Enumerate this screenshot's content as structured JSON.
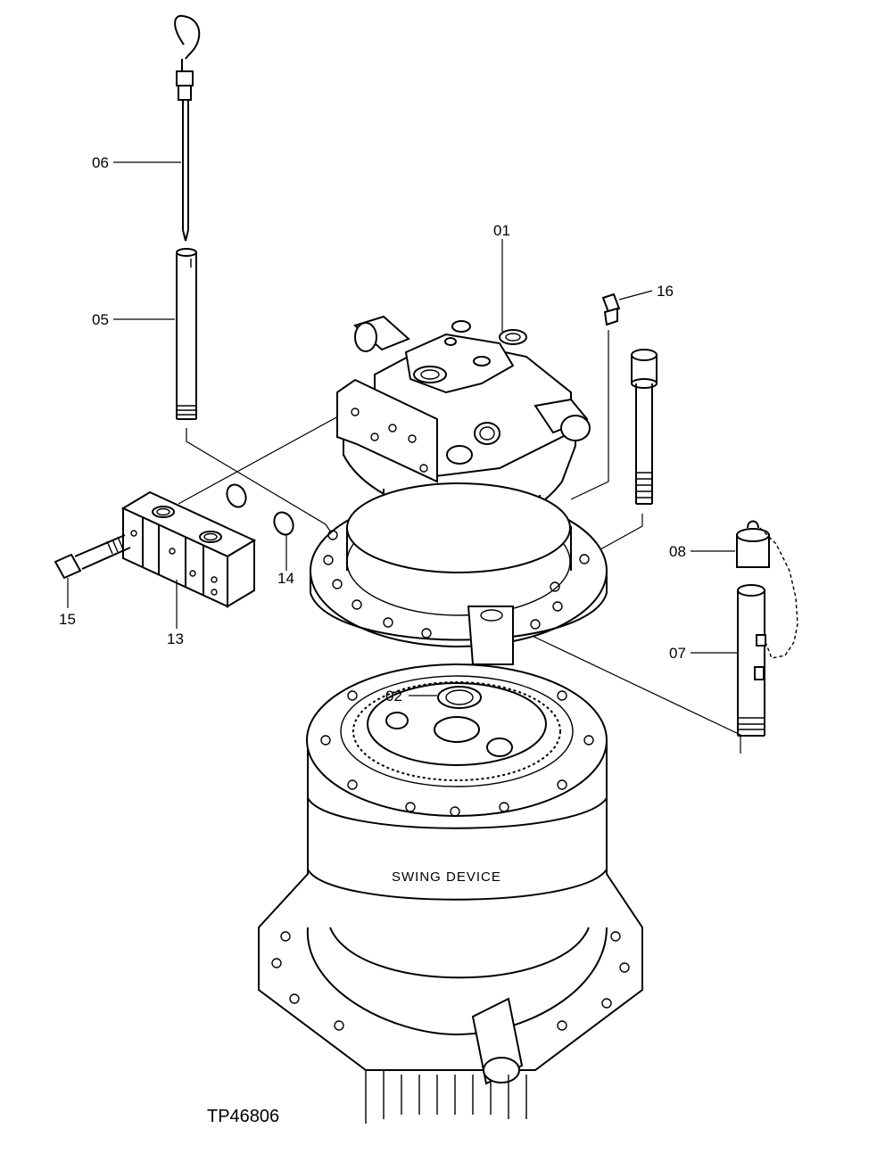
{
  "figure_code": "TP46806",
  "main_caption": "SWING DEVICE",
  "callouts": [
    {
      "id": "01",
      "label": "01"
    },
    {
      "id": "02",
      "label": "02"
    },
    {
      "id": "05",
      "label": "05"
    },
    {
      "id": "06",
      "label": "06"
    },
    {
      "id": "07",
      "label": "07"
    },
    {
      "id": "08",
      "label": "08"
    },
    {
      "id": "13",
      "label": "13"
    },
    {
      "id": "14",
      "label": "14"
    },
    {
      "id": "15",
      "label": "15"
    },
    {
      "id": "16",
      "label": "16"
    }
  ]
}
